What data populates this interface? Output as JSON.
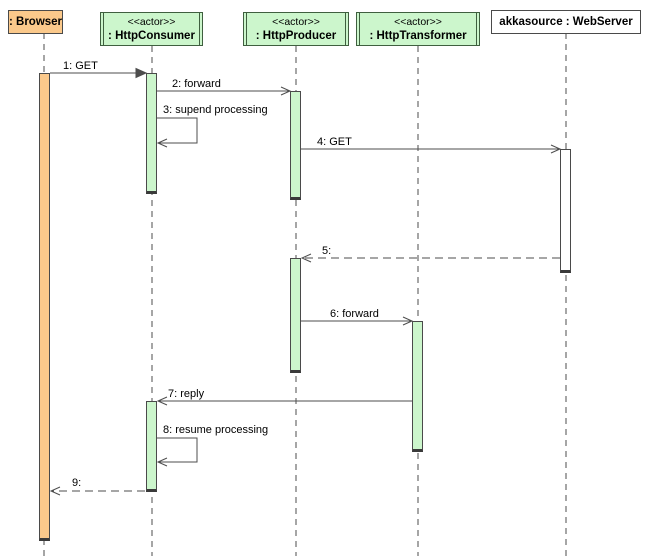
{
  "diagram": {
    "type": "uml-sequence-diagram",
    "background_color": "#ffffff",
    "line_color": "#4d4d4d",
    "actor_fill": "#ccf6cc",
    "actor_border": "#3f5f3f",
    "browser_fill": "#fbc98b",
    "server_fill": "#ffffff"
  },
  "participants": [
    {
      "id": "browser",
      "name": ": Browser",
      "stereotype": "",
      "kind": "object"
    },
    {
      "id": "http-consumer",
      "name": ": HttpConsumer",
      "stereotype": "<<actor>>",
      "kind": "actor"
    },
    {
      "id": "http-producer",
      "name": ": HttpProducer",
      "stereotype": "<<actor>>",
      "kind": "actor"
    },
    {
      "id": "http-transformer",
      "name": ": HttpTransformer",
      "stereotype": "<<actor>>",
      "kind": "actor"
    },
    {
      "id": "web-server",
      "name": "akkasource : WebServer",
      "stereotype": "",
      "kind": "object"
    }
  ],
  "messages": [
    {
      "label": "1: GET",
      "from": "browser",
      "to": "http-consumer",
      "line": "solid",
      "arrow": "filled",
      "kind": "call"
    },
    {
      "label": "2: forward",
      "from": "http-consumer",
      "to": "http-producer",
      "line": "solid",
      "arrow": "open",
      "kind": "call"
    },
    {
      "label": "3: supend processing",
      "from": "http-consumer",
      "to": "http-consumer",
      "line": "solid",
      "arrow": "open",
      "kind": "self"
    },
    {
      "label": "4: GET",
      "from": "http-producer",
      "to": "web-server",
      "line": "solid",
      "arrow": "open",
      "kind": "call"
    },
    {
      "label": "5:",
      "from": "web-server",
      "to": "http-producer",
      "line": "dashed",
      "arrow": "open",
      "kind": "return"
    },
    {
      "label": "6: forward",
      "from": "http-producer",
      "to": "http-transformer",
      "line": "solid",
      "arrow": "open",
      "kind": "call"
    },
    {
      "label": "7: reply",
      "from": "http-transformer",
      "to": "http-consumer",
      "line": "solid",
      "arrow": "open",
      "kind": "call"
    },
    {
      "label": "8: resume processing",
      "from": "http-consumer",
      "to": "http-consumer",
      "line": "solid",
      "arrow": "open",
      "kind": "self"
    },
    {
      "label": "9:",
      "from": "http-consumer",
      "to": "browser",
      "line": "dashed",
      "arrow": "open",
      "kind": "return"
    }
  ]
}
